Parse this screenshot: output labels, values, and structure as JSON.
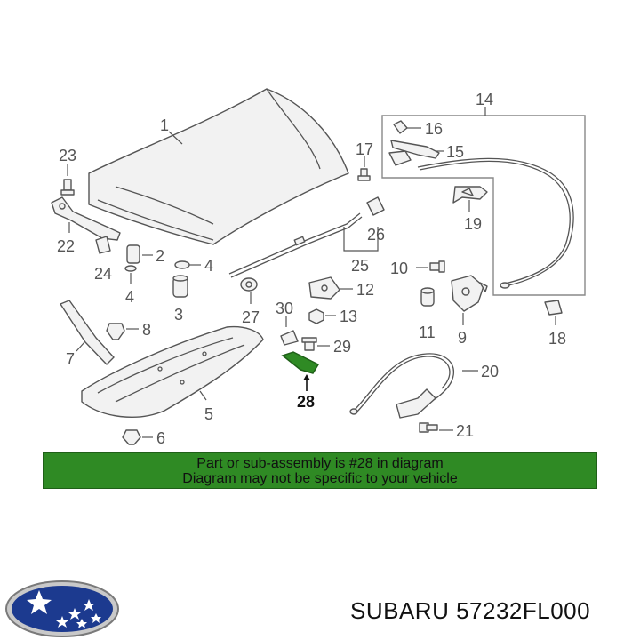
{
  "callouts": {
    "c1": "1",
    "c2": "2",
    "c3": "3",
    "c4a": "4",
    "c4b": "4",
    "c5": "5",
    "c6": "6",
    "c7": "7",
    "c8": "8",
    "c9": "9",
    "c10": "10",
    "c11": "11",
    "c12": "12",
    "c13": "13",
    "c14": "14",
    "c15": "15",
    "c16": "16",
    "c17": "17",
    "c18": "18",
    "c19": "19",
    "c20": "20",
    "c21": "21",
    "c22": "22",
    "c23": "23",
    "c24": "24",
    "c25": "25",
    "c26": "26",
    "c27": "27",
    "c28": "28",
    "c29": "29",
    "c30": "30"
  },
  "highlight_part": "28",
  "banner": {
    "line1": "Part or sub-assembly is #28 in diagram",
    "line2": "Diagram may not be specific to your vehicle",
    "background": "#2f8a24"
  },
  "brand": {
    "label": "SUBARU 57232FL000",
    "logo_icon": "subaru-star-cluster-logo",
    "logo_color": "#1c3a8f"
  }
}
